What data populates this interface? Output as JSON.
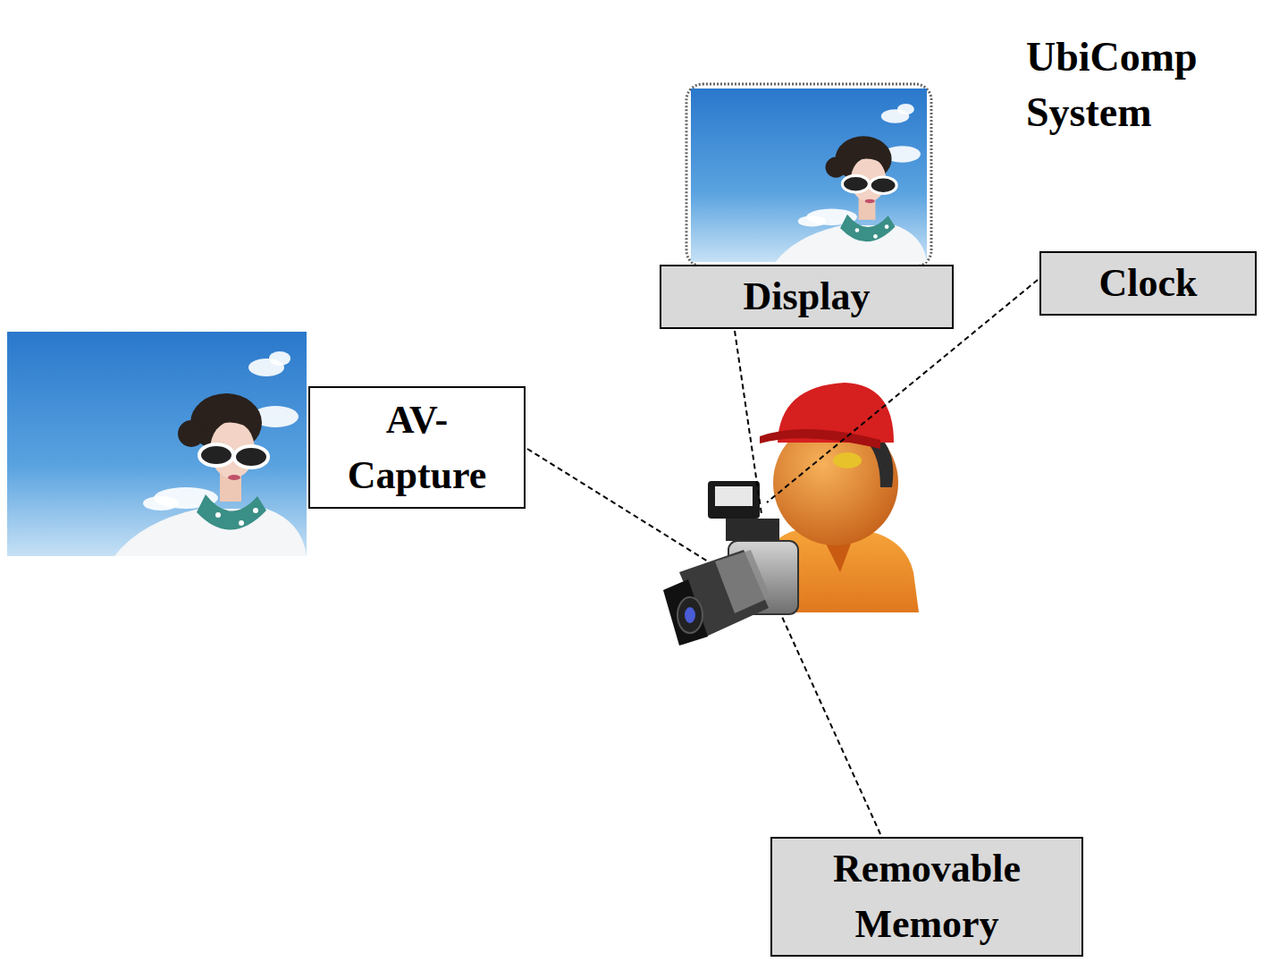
{
  "diagram": {
    "nodes": [
      {
        "text": [
          "UbiComp System"
        ]
      },
      {
        "text": [
          "Display"
        ],
        "in": 0
      },
      {
        "text": [
          "Clock"
        ],
        "in": 0
      },
      {
        "text": [
          "AV- Capture"
        ],
        "in": 0
      },
      {
        "text": [
          "Removable Memory"
        ],
        "in": 0
      }
    ]
  }
}
